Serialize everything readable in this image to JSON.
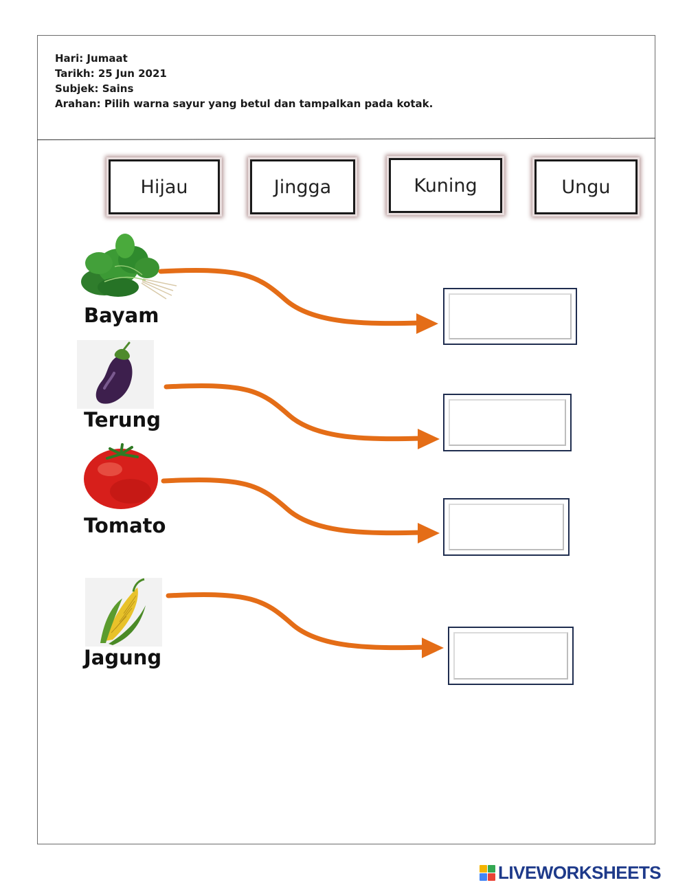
{
  "header": {
    "day": "Hari: Jumaat",
    "date": "Tarikh: 25 Jun 2021",
    "subject": "Subjek: Sains",
    "instruction": "Arahan: Pilih warna sayur yang betul dan tampalkan pada kotak."
  },
  "color_options": [
    "Hijau",
    "Jingga",
    "Kuning",
    "Ungu"
  ],
  "vegetables": [
    "Bayam",
    "Terung",
    "Tomato",
    "Jagung"
  ],
  "vegetable_icons": [
    "spinach-icon",
    "eggplant-icon",
    "tomato-icon",
    "corn-icon"
  ],
  "colors": {
    "arrow": "#e46d17",
    "box_border": "#1f2d4f",
    "card_glow": "#b49696",
    "logo_text": "#1e3a8a"
  },
  "footer": {
    "brand": "LIVEWORKSHEETS"
  }
}
